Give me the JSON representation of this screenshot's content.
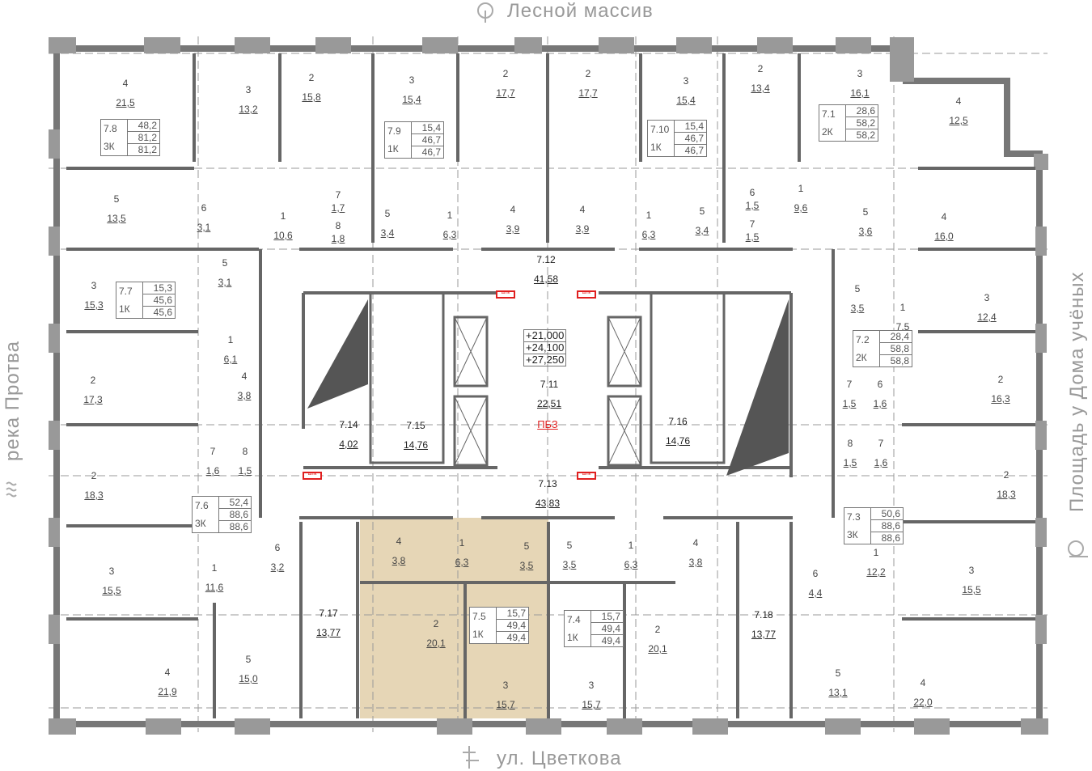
{
  "orientation": {
    "north": "Лесной массив",
    "south": "ул. Цветкова",
    "west": "река Протва",
    "east": "Площадь у Дома учёных"
  },
  "highlight_color": "#e2cfa9",
  "rooms": [
    {
      "num": "4",
      "area": "21,5"
    },
    {
      "num": "3",
      "area": "13,2"
    },
    {
      "num": "2",
      "area": "15,8"
    },
    {
      "num": "3",
      "area": "15,4"
    },
    {
      "num": "2",
      "area": "17,7"
    },
    {
      "num": "2",
      "area": "17,7"
    },
    {
      "num": "3",
      "area": "15,4"
    },
    {
      "num": "2",
      "area": "13,4"
    },
    {
      "num": "3",
      "area": "16,1"
    },
    {
      "num": "4",
      "area": "12,5"
    },
    {
      "num": "5",
      "area": "13,5"
    },
    {
      "num": "6",
      "area": "3,1"
    },
    {
      "num": "1",
      "area": "10,6"
    },
    {
      "num": "7",
      "area": "1,7"
    },
    {
      "num": "8",
      "area": "1,8"
    },
    {
      "num": "5",
      "area": "3,4"
    },
    {
      "num": "1",
      "area": "6,3"
    },
    {
      "num": "4",
      "area": "3,9"
    },
    {
      "num": "4",
      "area": "3,9"
    },
    {
      "num": "1",
      "area": "6,3"
    },
    {
      "num": "5",
      "area": "3,4"
    },
    {
      "num": "6",
      "area": "1,5"
    },
    {
      "num": "7",
      "area": "1,5"
    },
    {
      "num": "1",
      "area": "9,6"
    },
    {
      "num": "5",
      "area": "3,6"
    },
    {
      "num": "4",
      "area": "16,0"
    },
    {
      "num": "5",
      "area": "3,1"
    },
    {
      "num": "3",
      "area": "15,3"
    },
    {
      "num": "1",
      "area": "6,1"
    },
    {
      "num": "4",
      "area": "3,8"
    },
    {
      "num": "2",
      "area": "17,3"
    },
    {
      "num": "7",
      "area": "1,6"
    },
    {
      "num": "8",
      "area": "1,5"
    },
    {
      "num": "2",
      "area": "18,3"
    },
    {
      "num": "6",
      "area": "3,2"
    },
    {
      "num": "1",
      "area": "11,6"
    },
    {
      "num": "3",
      "area": "15,5"
    },
    {
      "num": "5",
      "area": "15,0"
    },
    {
      "num": "4",
      "area": "21,9"
    },
    {
      "num": "3",
      "area": "12,4"
    },
    {
      "num": "5",
      "area": "3,5"
    },
    {
      "num": "1",
      "area": "7,5"
    },
    {
      "num": "2",
      "area": "16,3"
    },
    {
      "num": "7",
      "area": "1,5"
    },
    {
      "num": "6",
      "area": "1,6"
    },
    {
      "num": "8",
      "area": "1,5"
    },
    {
      "num": "7",
      "area": "1,6"
    },
    {
      "num": "2",
      "area": "18,3"
    },
    {
      "num": "1",
      "area": "12,2"
    },
    {
      "num": "6",
      "area": "4,4"
    },
    {
      "num": "3",
      "area": "15,5"
    },
    {
      "num": "5",
      "area": "13,1"
    },
    {
      "num": "4",
      "area": "22,0"
    },
    {
      "num": "4",
      "area": "3,8"
    },
    {
      "num": "1",
      "area": "6,3"
    },
    {
      "num": "5",
      "area": "3,5"
    },
    {
      "num": "2",
      "area": "20,1"
    },
    {
      "num": "3",
      "area": "15,7"
    },
    {
      "num": "5",
      "area": "3,5"
    },
    {
      "num": "1",
      "area": "6,3"
    },
    {
      "num": "4",
      "area": "3,8"
    },
    {
      "num": "2",
      "area": "20,1"
    },
    {
      "num": "3",
      "area": "15,7"
    }
  ],
  "common_areas": [
    {
      "id": "7.12",
      "area": "41,58"
    },
    {
      "id": "7.11",
      "area": "22,51"
    },
    {
      "id": "7.13",
      "area": "43,83"
    },
    {
      "id": "7.14",
      "area": "4,02"
    },
    {
      "id": "7.15",
      "area": "14,76"
    },
    {
      "id": "7.16",
      "area": "14,76"
    },
    {
      "id": "7.17",
      "area": "13,77"
    },
    {
      "id": "7.18",
      "area": "13,77"
    }
  ],
  "fire_zone_label": "ПБЗ",
  "elevations": [
    "+21,000",
    "+24,100",
    "+27,250"
  ],
  "cabinet_label": "шпк",
  "apartments": [
    {
      "id": "7.8",
      "type": "3К",
      "living": "48,2",
      "total": "81,2",
      "total_balcony": "81,2"
    },
    {
      "id": "7.9",
      "type": "1К",
      "living": "15,4",
      "total": "46,7",
      "total_balcony": "46,7"
    },
    {
      "id": "7.10",
      "type": "1К",
      "living": "15,4",
      "total": "46,7",
      "total_balcony": "46,7"
    },
    {
      "id": "7.1",
      "type": "2К",
      "living": "28,6",
      "total": "58,2",
      "total_balcony": "58,2"
    },
    {
      "id": "7.7",
      "type": "1К",
      "living": "15,3",
      "total": "45,6",
      "total_balcony": "45,6"
    },
    {
      "id": "7.2",
      "type": "2К",
      "living": "28,4",
      "total": "58,8",
      "total_balcony": "58,8"
    },
    {
      "id": "7.6",
      "type": "3К",
      "living": "52,4",
      "total": "88,6",
      "total_balcony": "88,6"
    },
    {
      "id": "7.3",
      "type": "3К",
      "living": "50,6",
      "total": "88,6",
      "total_balcony": "88,6"
    },
    {
      "id": "7.5",
      "type": "1К",
      "living": "15,7",
      "total": "49,4",
      "total_balcony": "49,4"
    },
    {
      "id": "7.4",
      "type": "1К",
      "living": "15,7",
      "total": "49,4",
      "total_balcony": "49,4"
    }
  ]
}
